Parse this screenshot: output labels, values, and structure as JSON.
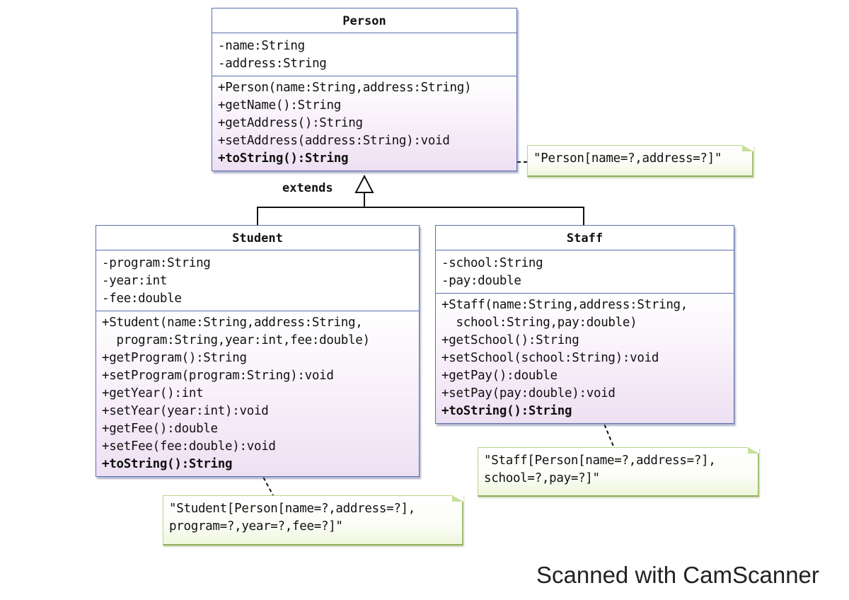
{
  "diagram": {
    "type": "UML class diagram",
    "relationship_label": "extends",
    "classes": {
      "person": {
        "name": "Person",
        "attributes": [
          "-name:String",
          "-address:String"
        ],
        "operations": [
          "+Person(name:String,address:String)",
          "+getName():String",
          "+getAddress():String",
          "+setAddress(address:String):void",
          "+toString():String"
        ]
      },
      "student": {
        "name": "Student",
        "attributes": [
          "-program:String",
          "-year:int",
          "-fee:double"
        ],
        "operations": [
          "+Student(name:String,address:String,",
          "  program:String,year:int,fee:double)",
          "+getProgram():String",
          "+setProgram(program:String):void",
          "+getYear():int",
          "+setYear(year:int):void",
          "+getFee():double",
          "+setFee(fee:double):void",
          "+toString():String"
        ]
      },
      "staff": {
        "name": "Staff",
        "attributes": [
          "-school:String",
          "-pay:double"
        ],
        "operations": [
          "+Staff(name:String,address:String,",
          "  school:String,pay:double)",
          "+getSchool():String",
          "+setSchool(school:String):void",
          "+getPay():double",
          "+setPay(pay:double):void",
          "+toString():String"
        ]
      }
    },
    "notes": {
      "person": [
        "\"Person[name=?,address=?]\""
      ],
      "student": [
        "\"Student[Person[name=?,address=?],",
        "program=?,year=?,fee=?]\""
      ],
      "staff": [
        "\"Staff[Person[name=?,address=?],",
        "school=?,pay=?]\""
      ]
    }
  },
  "watermark": "Scanned with CamScanner"
}
